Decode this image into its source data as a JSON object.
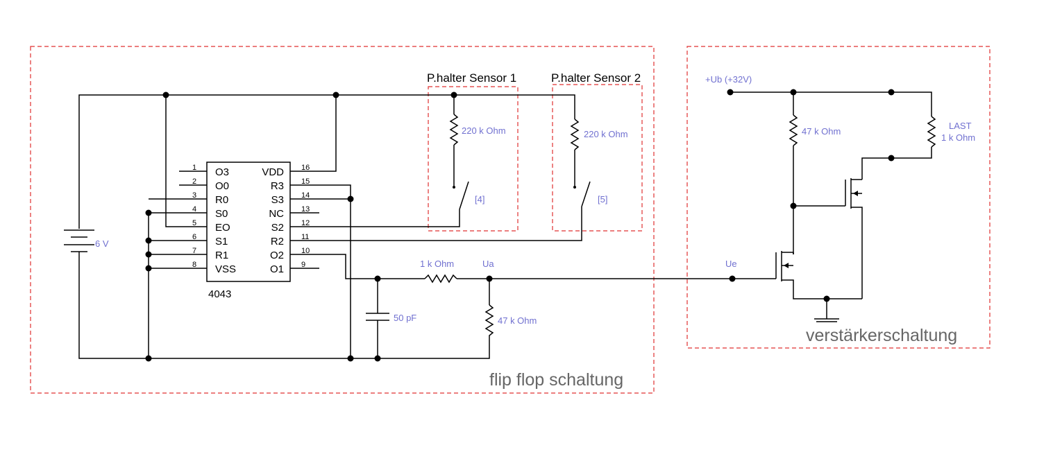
{
  "groups": {
    "flipflop": "flip flop schaltung",
    "amp": "verstärkerschaltung",
    "sensor1": "P.halter Sensor 1",
    "sensor2": "P.halter Sensor 2"
  },
  "ic": {
    "name": "4043",
    "left_pins": [
      {
        "num": "1",
        "label": "O3"
      },
      {
        "num": "2",
        "label": "O0"
      },
      {
        "num": "3",
        "label": "R0"
      },
      {
        "num": "4",
        "label": "S0"
      },
      {
        "num": "5",
        "label": "EO"
      },
      {
        "num": "6",
        "label": "S1"
      },
      {
        "num": "7",
        "label": "R1"
      },
      {
        "num": "8",
        "label": "VSS"
      }
    ],
    "right_pins": [
      {
        "num": "16",
        "label": "VDD"
      },
      {
        "num": "15",
        "label": "R3"
      },
      {
        "num": "14",
        "label": "S3"
      },
      {
        "num": "13",
        "label": "NC"
      },
      {
        "num": "12",
        "label": "S2"
      },
      {
        "num": "11",
        "label": "R2"
      },
      {
        "num": "10",
        "label": "O2"
      },
      {
        "num": "9",
        "label": "O1"
      }
    ]
  },
  "components": {
    "battery": "6 V",
    "r_sensor1": "220 k Ohm",
    "r_sensor2": "220 k Ohm",
    "switch1": "[4]",
    "switch2": "[5]",
    "r_series": "1 k Ohm",
    "node_ua": "Ua",
    "cap": "50 pF",
    "r_pulldown": "47 k Ohm",
    "supply": "+Ub (+32V)",
    "r_gate": "47 k Ohm",
    "load_name": "LAST",
    "load_value": "1 k Ohm",
    "node_ue": "Ue"
  },
  "colors": {
    "wire": "#000000",
    "label": "#7070d0",
    "group_box": "#e03030",
    "group_title": "#666666"
  }
}
